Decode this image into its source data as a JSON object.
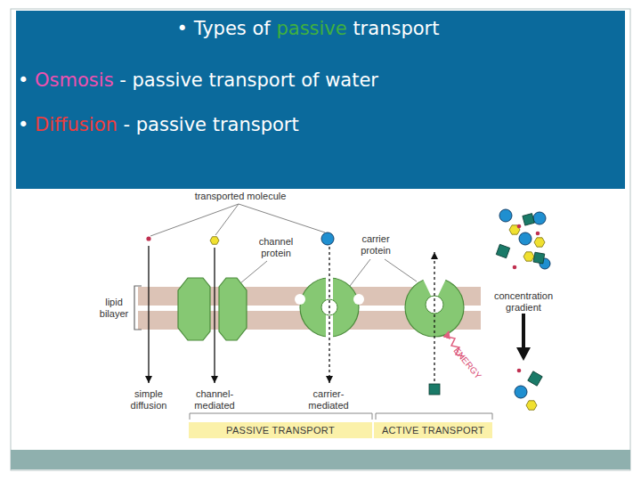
{
  "diagram": {
    "title": "• Types of passive transport",
    "nodes": [
      {
        "text": [
          "PASSIVE TRANSPORT"
        ]
      },
      {
        "text": [
          "ACTIVE TRANSPORT"
        ]
      }
    ],
    "labels": [
      "• Osmosis - passive transport of water",
      "• Diffusion - passive transport",
      "transported molecule",
      "channel protein",
      "carrier protein",
      "lipid bilayer",
      "concentration gradient",
      "ENERGY",
      "simple diffusion",
      "channel-mediated",
      "carrier-mediated"
    ]
  }
}
